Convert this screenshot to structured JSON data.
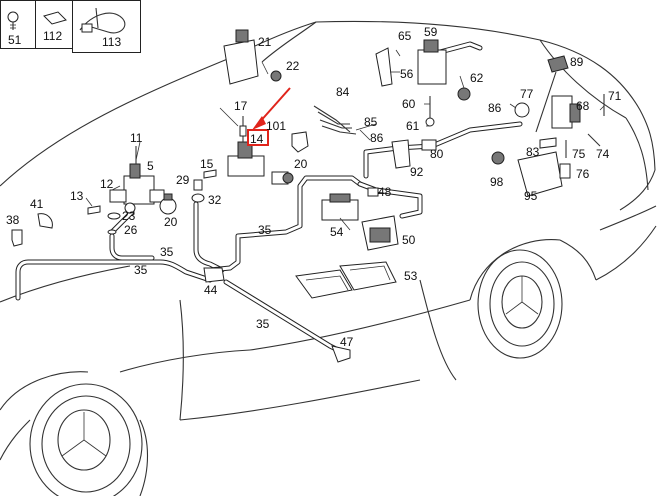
{
  "legend": [
    {
      "label": "51",
      "icon": "screw-icon"
    },
    {
      "label": "112",
      "icon": "pad-icon"
    },
    {
      "label": "113",
      "icon": "cable-tie-icon"
    }
  ],
  "callouts": {
    "c5": "5",
    "c11": "11",
    "c12": "12",
    "c13": "13",
    "c14": "14",
    "c15": "15",
    "c17": "17",
    "c20a": "20",
    "c20b": "20",
    "c21": "21",
    "c22": "22",
    "c23": "23",
    "c26": "26",
    "c29": "29",
    "c32": "32",
    "c35a": "35",
    "c35b": "35",
    "c35c": "35",
    "c35d": "35",
    "c38": "38",
    "c41": "41",
    "c44": "44",
    "c47": "47",
    "c48": "48",
    "c50": "50",
    "c53": "53",
    "c54": "54",
    "c56": "56",
    "c59": "59",
    "c60": "60",
    "c61": "61",
    "c62": "62",
    "c65": "65",
    "c68": "68",
    "c71": "71",
    "c74": "74",
    "c75": "75",
    "c76": "76",
    "c77": "77",
    "c80": "80",
    "c83": "83",
    "c84": "84",
    "c85": "85",
    "c86a": "86",
    "c86b": "86",
    "c89": "89",
    "c92": "92",
    "c95": "95",
    "c98": "98",
    "c101": "101"
  },
  "highlight": {
    "part": "14",
    "color": "#e0241b"
  }
}
